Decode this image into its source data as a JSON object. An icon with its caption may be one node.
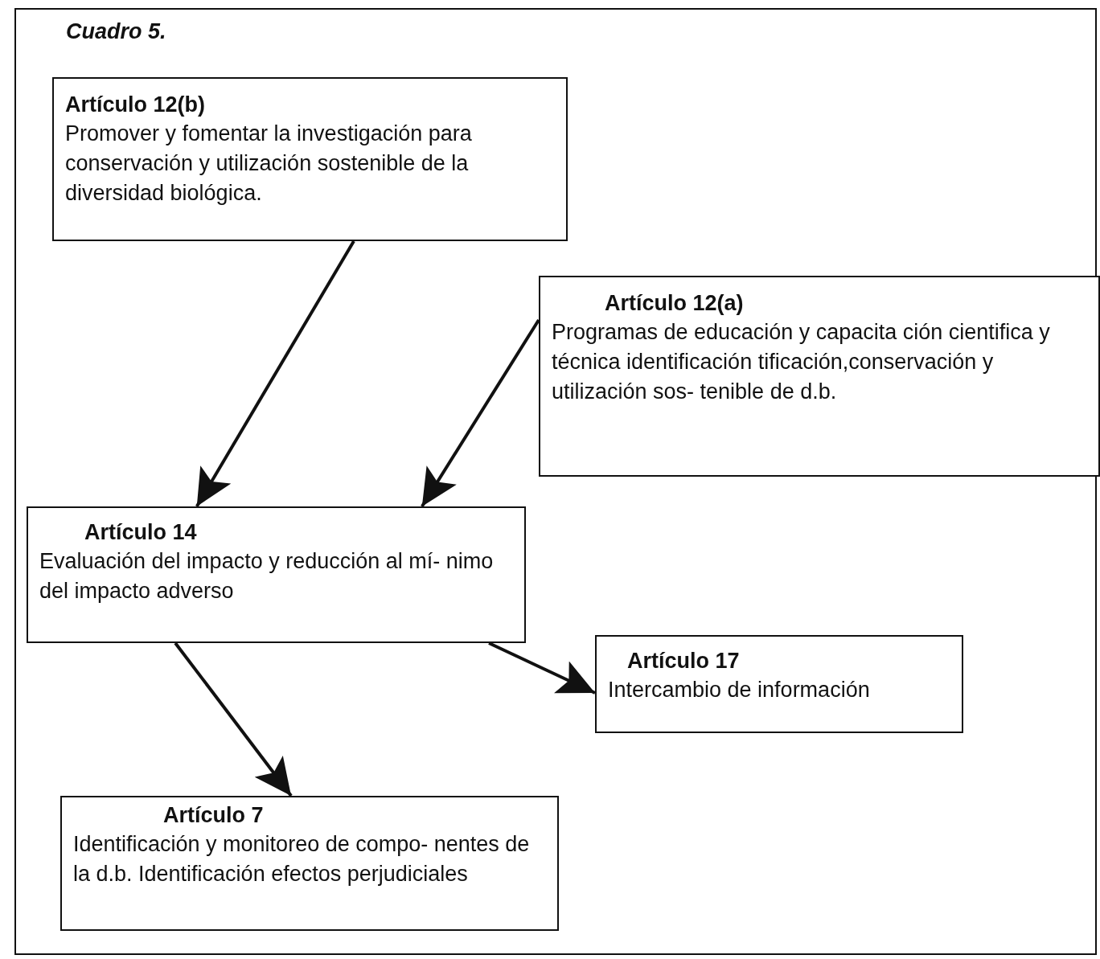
{
  "diagram": {
    "title": "Cuadro 5.",
    "nodes": [
      {
        "text": [
          "Artículo 12(b)",
          "Promover y fomentar la investigación para conservación y utilización sostenible de la diversidad biológica."
        ]
      },
      {
        "text": [
          "Artículo 12(a)",
          "Programas de educación y capacita ción cientifica y técnica identificación tificación,conservación y utilización sos- tenible de d.b."
        ]
      },
      {
        "text": [
          "Artículo 14",
          "Evaluación del impacto y reducción al mí- nimo del impacto adverso"
        ]
      },
      {
        "text": [
          "Artículo 17",
          "Intercambio de información"
        ]
      },
      {
        "text": [
          "Artículo 7",
          "Identificación y monitoreo de compo- nentes de la d.b. Identificación efectos perjudiciales"
        ]
      }
    ],
    "edges": [
      {
        "from": 0,
        "to": 2,
        "arrow": "to"
      },
      {
        "from": 1,
        "to": 2,
        "arrow": "to"
      },
      {
        "from": 2,
        "to": 4,
        "arrow": "to"
      },
      {
        "from": 2,
        "to": 3,
        "arrow": "to"
      }
    ]
  }
}
